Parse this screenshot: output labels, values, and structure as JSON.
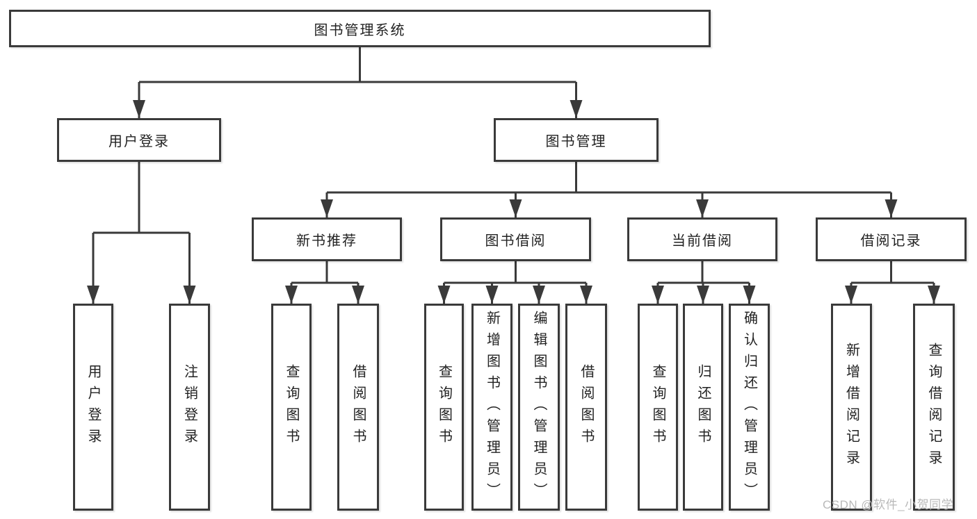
{
  "diagram": {
    "title": "图书管理系统",
    "nodes": {
      "root": {
        "label": "图书管理系统"
      },
      "user_login": {
        "label": "用户登录"
      },
      "book_mgmt": {
        "label": "图书管理"
      },
      "new_book_rec": {
        "label": "新书推荐"
      },
      "book_borrow": {
        "label": "图书借阅"
      },
      "current_borrow": {
        "label": "当前借阅"
      },
      "borrow_record": {
        "label": "借阅记录"
      },
      "leaf_user_login": {
        "label": "用户登录"
      },
      "leaf_logout": {
        "label": "注销登录"
      },
      "leaf_query_book_1": {
        "label": "查询图书"
      },
      "leaf_borrow_book_1": {
        "label": "借阅图书"
      },
      "leaf_query_book_2": {
        "label": "查询图书"
      },
      "leaf_add_book": {
        "label": "新增图书（管理员）"
      },
      "leaf_edit_book": {
        "label": "编辑图书（管理员）"
      },
      "leaf_borrow_book_2": {
        "label": "借阅图书"
      },
      "leaf_query_book_3": {
        "label": "查询图书"
      },
      "leaf_return_book": {
        "label": "归还图书"
      },
      "leaf_confirm_return": {
        "label": "确认归还（管理员）"
      },
      "leaf_add_record": {
        "label": "新增借阅记录"
      },
      "leaf_query_record": {
        "label": "查询借阅记录"
      }
    },
    "edges": [
      [
        "root",
        "user_login"
      ],
      [
        "root",
        "book_mgmt"
      ],
      [
        "user_login",
        "leaf_user_login"
      ],
      [
        "user_login",
        "leaf_logout"
      ],
      [
        "book_mgmt",
        "new_book_rec"
      ],
      [
        "book_mgmt",
        "book_borrow"
      ],
      [
        "book_mgmt",
        "current_borrow"
      ],
      [
        "book_mgmt",
        "borrow_record"
      ],
      [
        "new_book_rec",
        "leaf_query_book_1"
      ],
      [
        "new_book_rec",
        "leaf_borrow_book_1"
      ],
      [
        "book_borrow",
        "leaf_query_book_2"
      ],
      [
        "book_borrow",
        "leaf_add_book"
      ],
      [
        "book_borrow",
        "leaf_edit_book"
      ],
      [
        "book_borrow",
        "leaf_borrow_book_2"
      ],
      [
        "current_borrow",
        "leaf_query_book_3"
      ],
      [
        "current_borrow",
        "leaf_return_book"
      ],
      [
        "current_borrow",
        "leaf_confirm_return"
      ],
      [
        "borrow_record",
        "leaf_add_record"
      ],
      [
        "borrow_record",
        "leaf_query_record"
      ]
    ],
    "colors": {
      "line": "#3a3a3a",
      "text": "#222222",
      "box_background": "#ffffff",
      "watermark": "#b9b9b9"
    }
  },
  "watermark": {
    "text": "CSDN @软件_小贺同学"
  }
}
